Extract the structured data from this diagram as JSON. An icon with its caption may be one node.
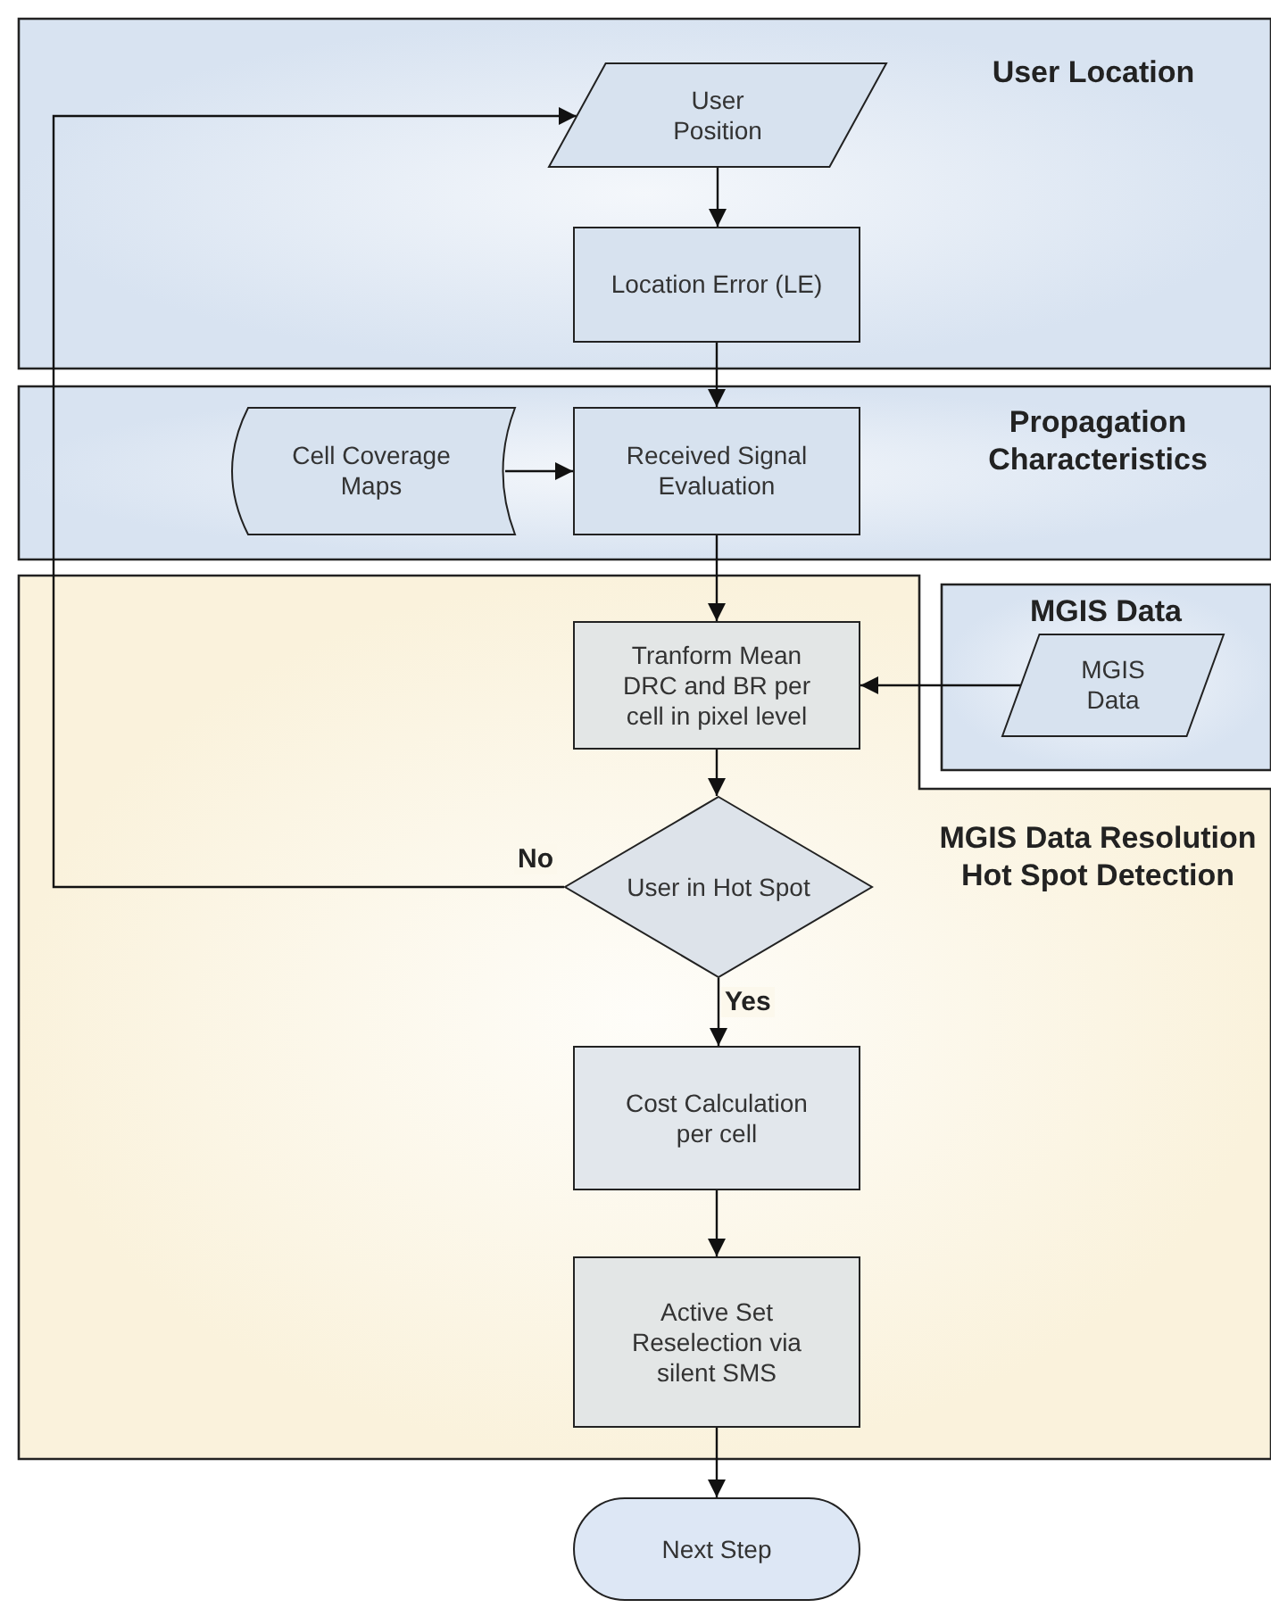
{
  "diagram": {
    "nodes": [
      {
        "text": [
          "User Location"
        ]
      },
      {
        "text": [
          "User Position"
        ],
        "in": 0
      },
      {
        "text": [
          "Location Error (LE)"
        ],
        "in": 0
      },
      {
        "text": [
          "Propagation Characteristics"
        ]
      },
      {
        "text": [
          "Cell Coverage Maps"
        ],
        "in": 3
      },
      {
        "text": [
          "Received Signal Evaluation"
        ],
        "in": 3
      },
      {
        "text": [
          "MGIS Data Resolution Hot Spot Detection"
        ]
      },
      {
        "text": [
          "MGIS Data"
        ]
      },
      {
        "text": [
          "MGIS Data"
        ],
        "in": 7
      },
      {
        "text": [
          "Tranform Mean DRC and BR per cell in pixel level"
        ],
        "in": 6
      },
      {
        "text": [
          "User in Hot Spot"
        ],
        "in": 6
      },
      {
        "text": [
          "Cost Calculation per cell"
        ],
        "in": 6
      },
      {
        "text": [
          "Active Set Reselection via silent SMS"
        ],
        "in": 6
      },
      {
        "text": [
          "Next Step"
        ]
      }
    ],
    "edges": [
      {
        "from": 10,
        "to": 1,
        "arrow": "to",
        "label": "No"
      },
      {
        "from": 1,
        "to": 2,
        "arrow": "to"
      },
      {
        "from": 2,
        "to": 5,
        "arrow": "to"
      },
      {
        "from": 4,
        "to": 5,
        "arrow": "to"
      },
      {
        "from": 5,
        "to": 9,
        "arrow": "to"
      },
      {
        "from": 8,
        "to": 9,
        "arrow": "to"
      },
      {
        "from": 9,
        "to": 10,
        "arrow": "to"
      },
      {
        "from": 10,
        "to": 11,
        "arrow": "to",
        "label": "Yes"
      },
      {
        "from": 11,
        "to": 12,
        "arrow": "to"
      },
      {
        "from": 12,
        "to": 13,
        "arrow": "to"
      }
    ]
  }
}
